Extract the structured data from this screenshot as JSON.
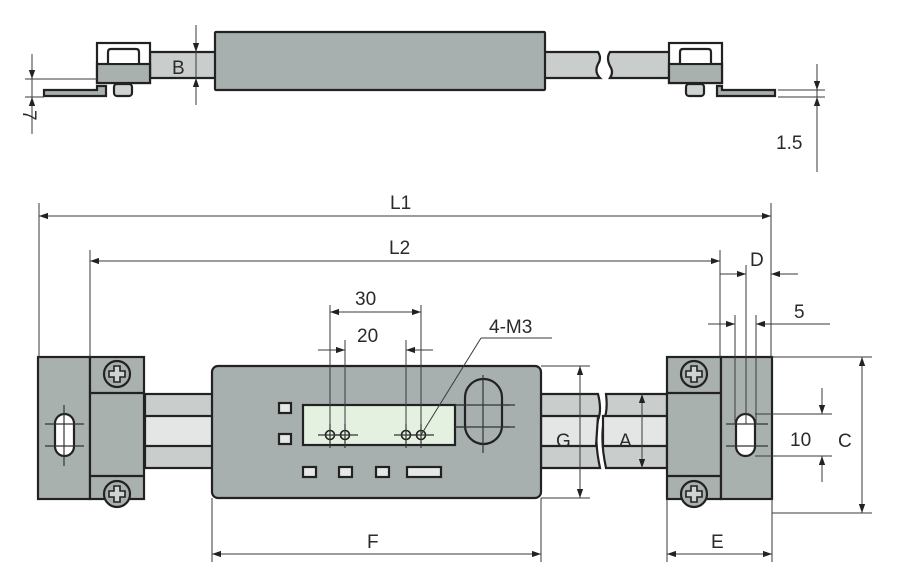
{
  "drawing": {
    "title": "Linear scale dimension drawing",
    "colors": {
      "body": "#a7b0ae",
      "clamp": "#a9b1ae",
      "rail": "#c9cecc",
      "rail_center": "#e3e6e4",
      "window": "#e4f0e0",
      "button": "#e6e8e7",
      "outline": "#222222"
    }
  },
  "dimensions": {
    "B": "B",
    "seven": "7",
    "one_five": "1.5",
    "L1": "L1",
    "L2": "L2",
    "D": "D",
    "five": "5",
    "thirty": "30",
    "twenty": "20",
    "hole_callout": "4-M3",
    "G": "G",
    "A": "A",
    "ten": "10",
    "C": "C",
    "F": "F",
    "E": "E"
  }
}
